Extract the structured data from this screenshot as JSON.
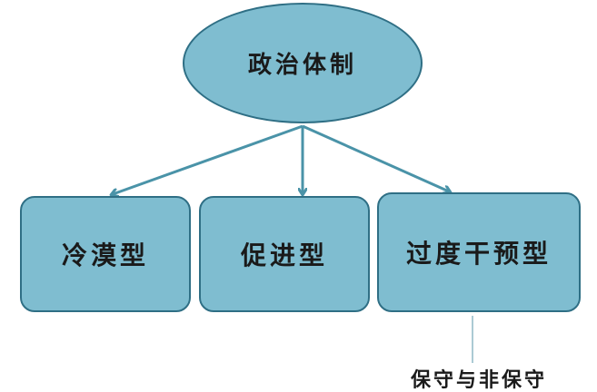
{
  "diagram": {
    "root": {
      "label": "政治体制"
    },
    "children": [
      {
        "label": "冷漠型"
      },
      {
        "label": "促进型"
      },
      {
        "label": "过度干预型"
      }
    ],
    "bottom_caption": "保守与非保守"
  },
  "colors": {
    "node_fill": "#7fbdd0",
    "node_border": "#2f6f85",
    "arrow": "#4a93a8",
    "connector_line": "#8fb8c6"
  }
}
